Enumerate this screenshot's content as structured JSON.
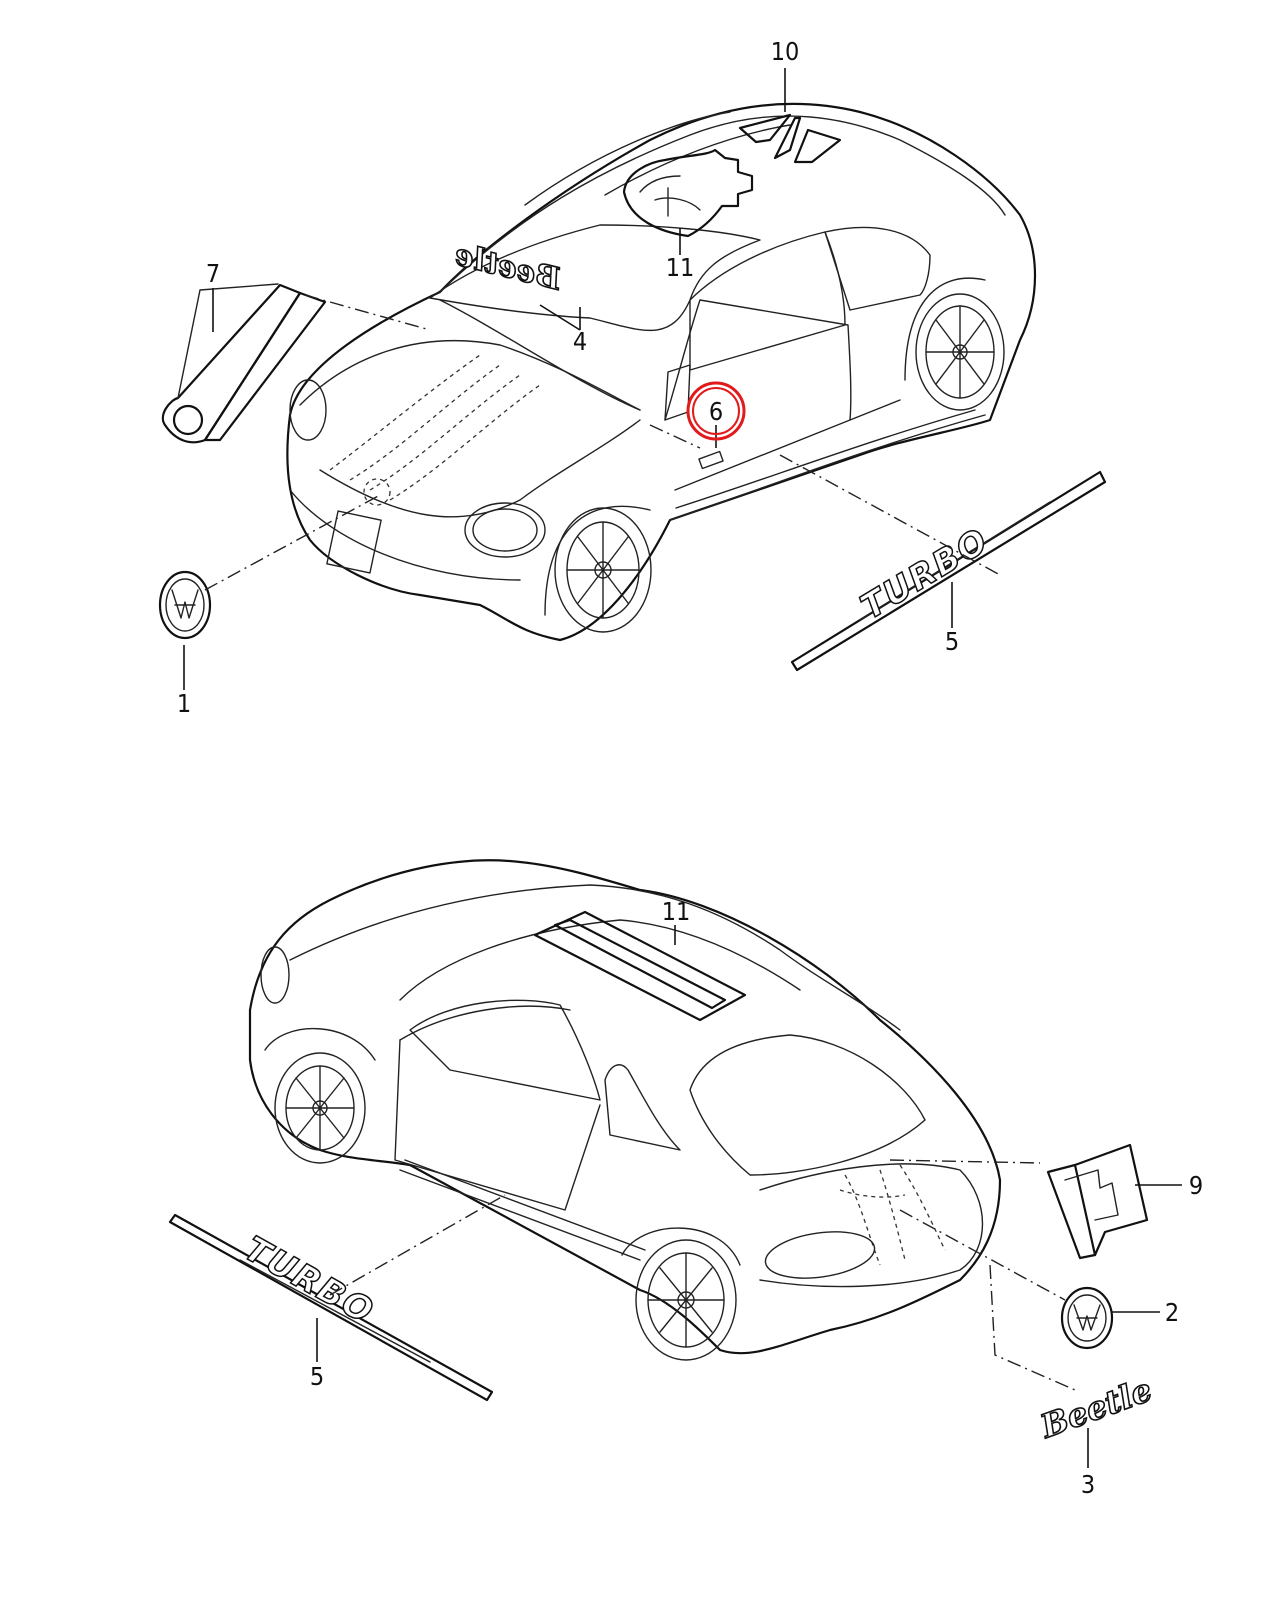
{
  "callouts": [
    {
      "id": "c10",
      "label": "10"
    },
    {
      "id": "c11_top",
      "label": "11"
    },
    {
      "id": "c7",
      "label": "7"
    },
    {
      "id": "c4",
      "label": "4"
    },
    {
      "id": "c6",
      "label": "6"
    },
    {
      "id": "c5_top",
      "label": "5"
    },
    {
      "id": "c1",
      "label": "1"
    },
    {
      "id": "c11_bottom",
      "label": "11"
    },
    {
      "id": "c9",
      "label": "9"
    },
    {
      "id": "c2",
      "label": "2"
    },
    {
      "id": "c5_bottom",
      "label": "5"
    },
    {
      "id": "c3",
      "label": "3"
    }
  ],
  "emblems": {
    "beetle_top": "Beetle",
    "turbo_top": "TURBO",
    "turbo_bottom": "TURBO",
    "beetle_bottom": "Beetle"
  },
  "highlight": {
    "callout": "6",
    "color": "#e11b1b"
  },
  "colors": {
    "line": "#111111",
    "background": "#ffffff"
  }
}
